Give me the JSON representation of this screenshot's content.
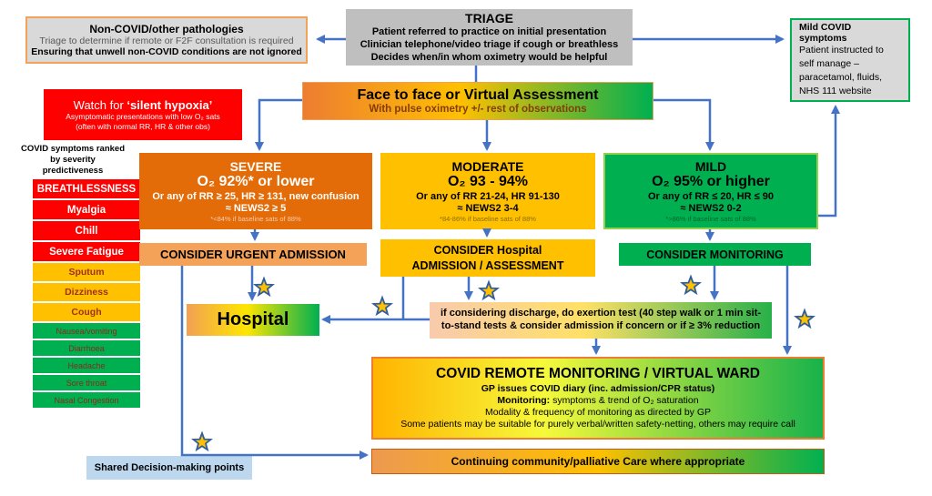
{
  "colors": {
    "arrow": "#4472C4",
    "red": "#FF0000",
    "orange": "#E36C09",
    "light_orange": "#F4A258",
    "amber": "#FFC000",
    "green": "#00B050",
    "grey": "#BFBFBF",
    "star": "#FFC000",
    "legend_blue": "#BDD7EE"
  },
  "triage": {
    "title": "TRIAGE",
    "line1": "Patient referred to practice on initial presentation",
    "line2": "Clinician telephone/video triage if cough or breathless",
    "line3": "Decides when/in whom oximetry would be helpful"
  },
  "non_covid": {
    "title": "Non-COVID/other pathologies",
    "line2": "Triage to determine if remote or F2F consultation is required",
    "line3": "Ensuring that unwell non-COVID conditions are not ignored"
  },
  "mild_covid_info": {
    "title": "Mild COVID symptoms",
    "body": "Patient instructed to\nself manage –\nparacetamol, fluids,\nNHS 111 website"
  },
  "silent_hypoxia": {
    "title_prefix": "Watch for ",
    "title_bold": "‘silent hypoxia’",
    "line2": "Asymptomatic presentations with low O₂ sats",
    "line3": "(often with normal RR, HR & other obs)"
  },
  "symptom_ladder": {
    "header": "COVID symptoms ranked\nby severity\npredictiveness",
    "items": [
      "BREATHLESSNESS",
      "Myalgia",
      "Chill",
      "Severe Fatigue",
      "Sputum",
      "Dizziness",
      "Cough",
      "Nausea/vomiting",
      "Diarrhoea",
      "Headache",
      "Sore throat",
      "Nasal Congestion"
    ]
  },
  "assessment": {
    "title": "Face to face or Virtual Assessment",
    "subtitle": "With pulse oximetry +/- rest of observations"
  },
  "severe": {
    "title": "SEVERE",
    "o2": "O₂ 92%* or lower",
    "criteria": "Or any of RR ≥ 25, HR ≥ 131, new confusion",
    "news2": "≈ NEWS2 ≥ 5",
    "footnote": "*<84% if baseline sats of 88%"
  },
  "moderate": {
    "title": "MODERATE",
    "o2": "O₂ 93 - 94%",
    "criteria": "Or any of RR 21-24, HR 91-130",
    "news2": "≈ NEWS2 3-4",
    "footnote": "*84-86% if baseline sats of 88%"
  },
  "mild": {
    "title": "MILD",
    "o2": "O₂ 95% or higher",
    "criteria": "Or any of RR ≤ 20, HR ≤ 90",
    "news2": "≈ NEWS2 0-2",
    "footnote": "*>86% if baseline sats of 88%"
  },
  "consider": {
    "urgent": "CONSIDER URGENT ADMISSION",
    "hospital": "CONSIDER Hospital\nADMISSION / ASSESSMENT",
    "monitoring": "CONSIDER MONITORING"
  },
  "hospital": {
    "label": "Hospital"
  },
  "exertion_test": {
    "text": "if considering discharge, do exertion test (40 step walk or 1 min sit-to-stand tests & consider admission if concern or if ≥ 3% reduction"
  },
  "virtual_ward": {
    "title": "COVID REMOTE MONITORING / VIRTUAL WARD",
    "line2": "GP issues COVID diary (inc. admission/CPR status)",
    "line3_bold": "Monitoring:",
    "line3_rest": " symptoms & trend of O₂ saturation",
    "line4": "Modality & frequency of monitoring as directed by GP",
    "line5": "Some patients may be suitable for purely verbal/written safety-netting, others may require call"
  },
  "legend": {
    "shared_decision": "Shared Decision-making points"
  },
  "continuing_care": {
    "label": "Continuing community/palliative Care where appropriate"
  }
}
